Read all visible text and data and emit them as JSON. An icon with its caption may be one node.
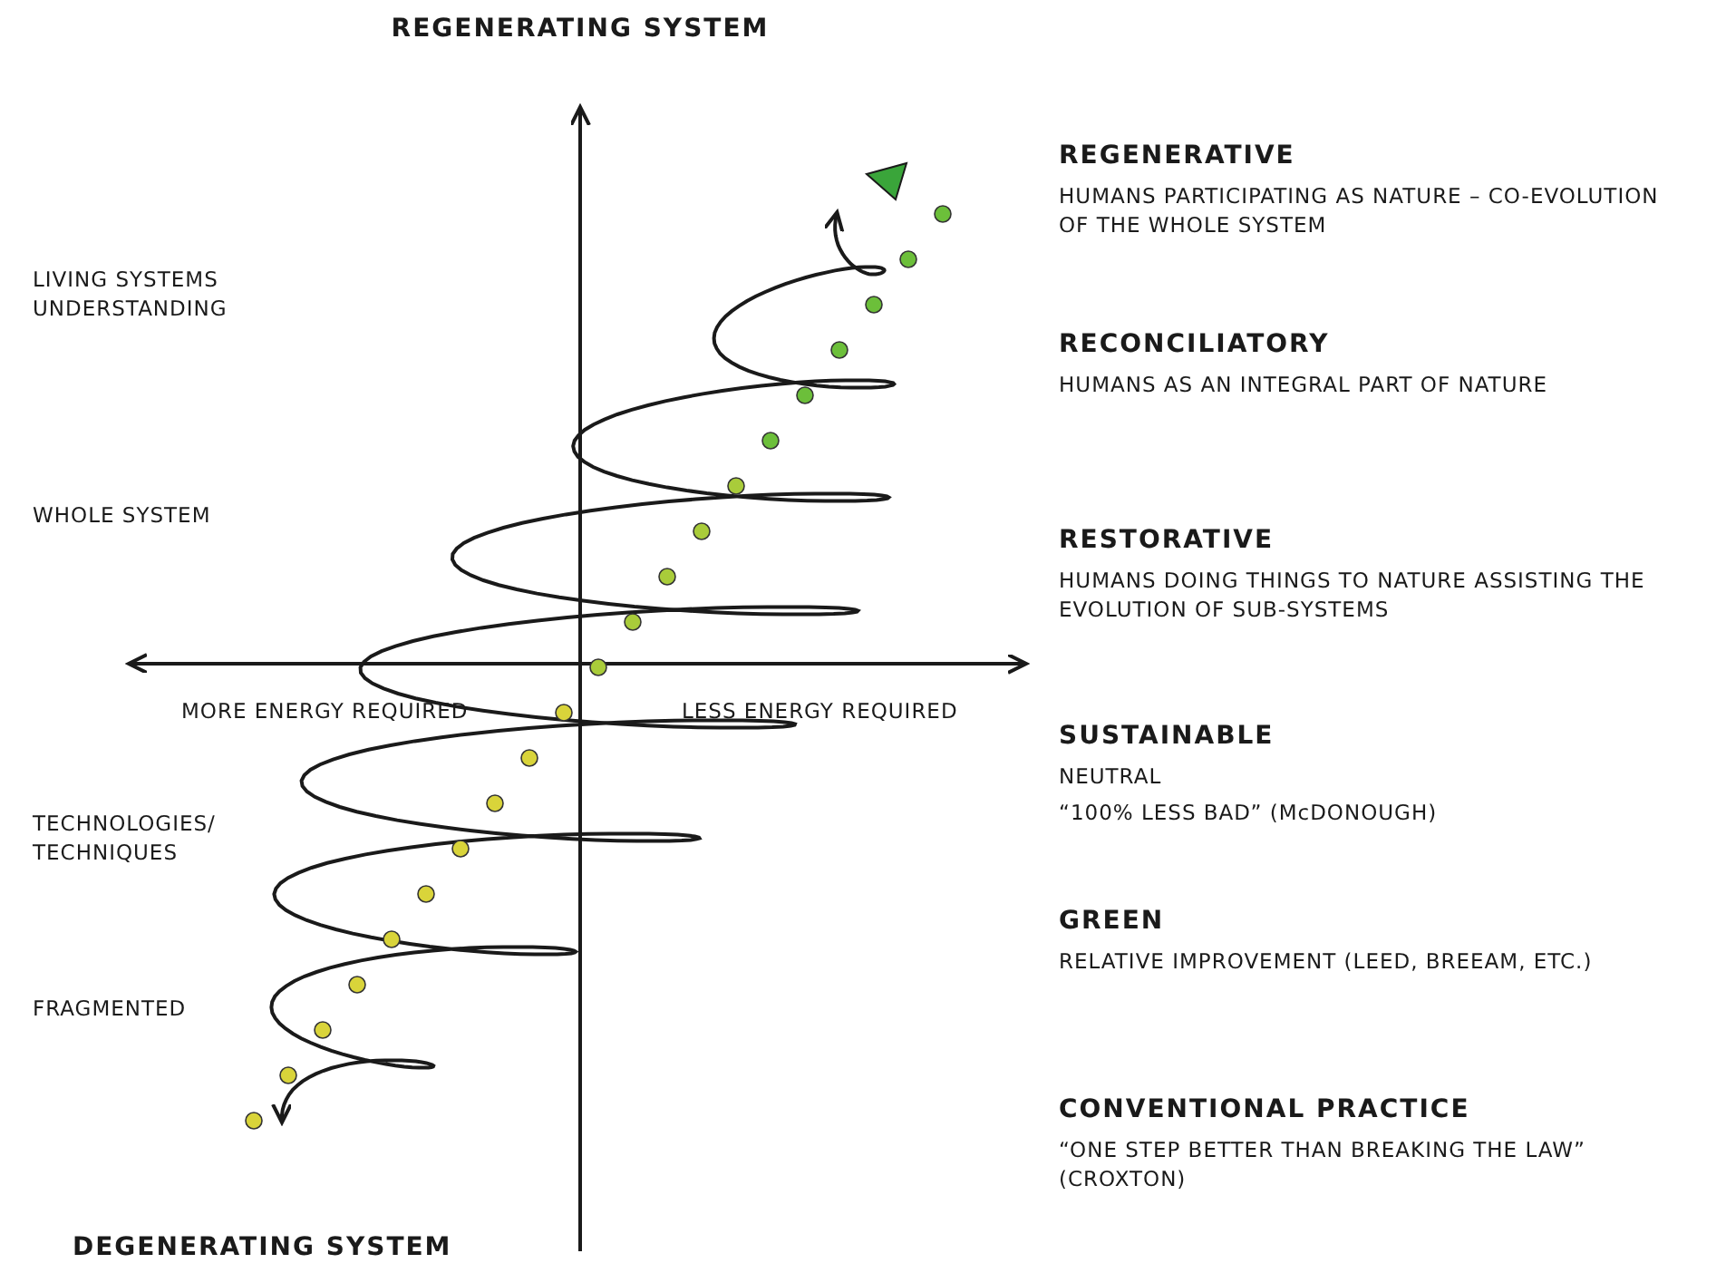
{
  "diagram": {
    "title": "REGENERATING SYSTEM",
    "labels": [
      "LIVING SYSTEMS UNDERSTANDING",
      "WHOLE SYSTEM",
      "MORE ENERGY REQUIRED",
      "LESS ENERGY REQUIRED",
      "TECHNOLOGIES/ TECHNIQUES",
      "FRAGMENTED",
      "DEGENERATING SYSTEM",
      "REGENERATIVE",
      "HUMANS PARTICIPATING AS NATURE – CO-EVOLUTION OF THE WHOLE SYSTEM",
      "RECONCILIATORY",
      "HUMANS AS AN INTEGRAL PART OF NATURE",
      "RESTORATIVE",
      "HUMANS DOING THINGS TO NATURE ASSISTING THE EVOLUTION OF SUB-SYSTEMS",
      "SUSTAINABLE",
      "NEUTRAL",
      "“100% LESS BAD” (McDONOUGH)",
      "GREEN",
      "RELATIVE IMPROVEMENT (LEED, BREEAM, ETC.)",
      "CONVENTIONAL PRACTICE",
      "“ONE STEP BETTER THAN BREAKING THE LAW” (CROXTON)"
    ]
  }
}
